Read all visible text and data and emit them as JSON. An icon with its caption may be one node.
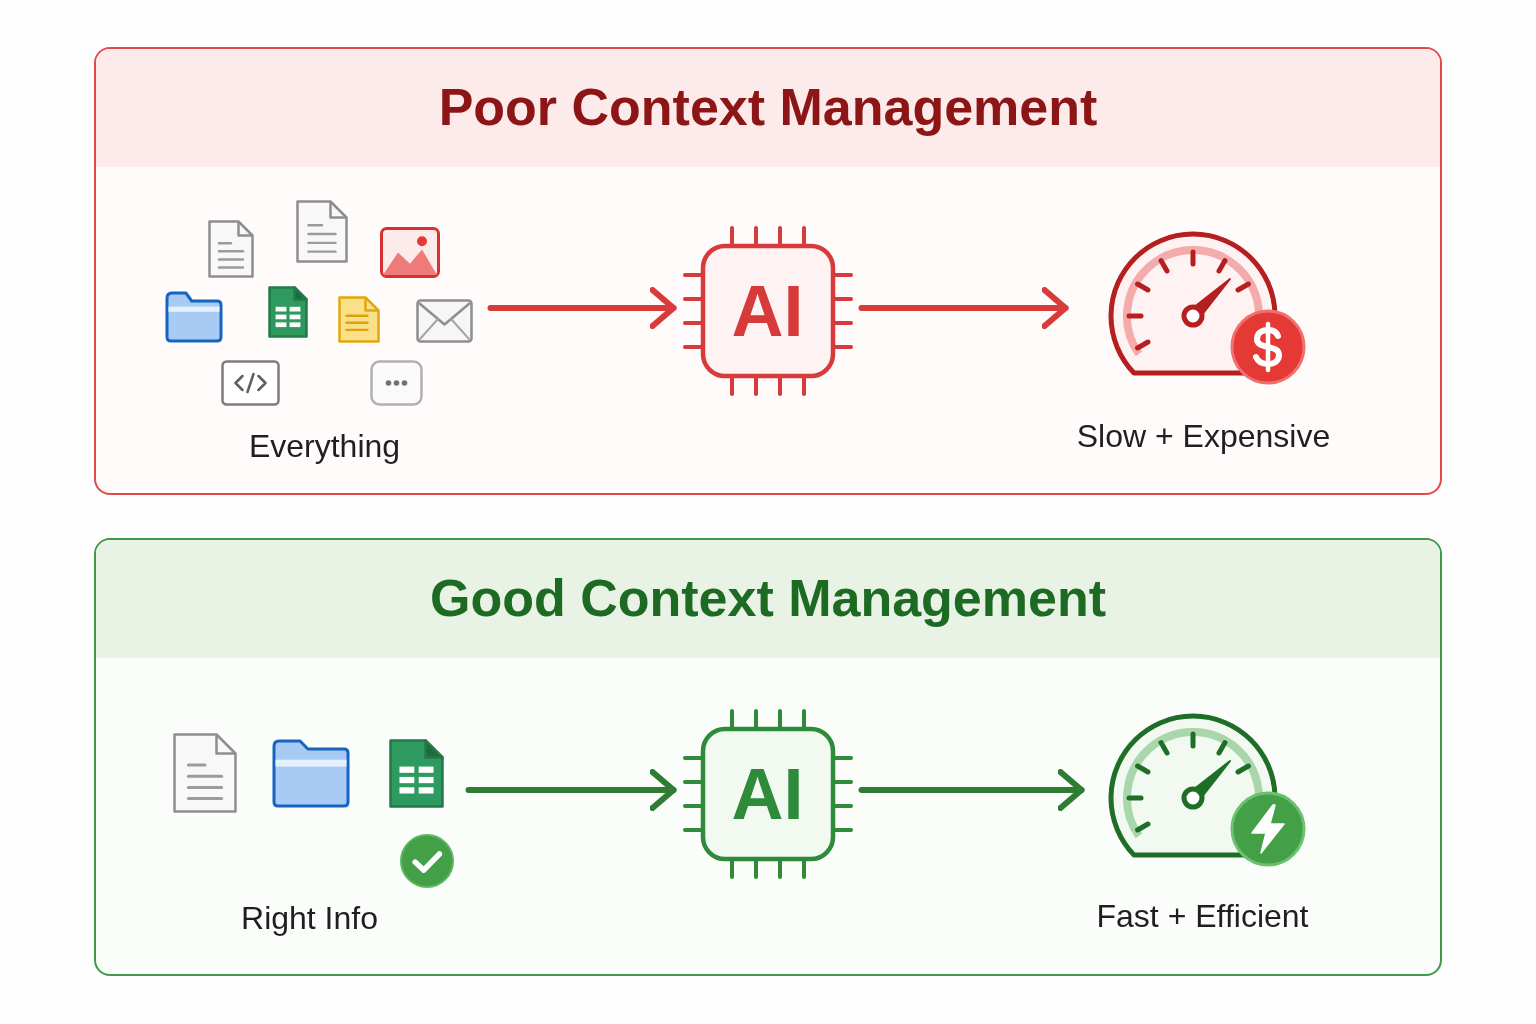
{
  "diagram": {
    "nodes": [
      {
        "text": [
          "Poor Context Management"
        ]
      },
      {
        "text": [
          "Everything"
        ],
        "in": 0
      },
      {
        "text": [
          "AI"
        ],
        "in": 0
      },
      {
        "text": [
          "Slow + Expensive"
        ],
        "in": 0
      },
      {
        "text": [
          "Good Context Management"
        ]
      },
      {
        "text": [
          "Right Info"
        ],
        "in": 4
      },
      {
        "text": [
          "AI"
        ],
        "in": 4
      },
      {
        "text": [
          "Fast + Efficient"
        ],
        "in": 4
      }
    ],
    "edges": [
      {
        "from": 1,
        "to": 2,
        "arrow": "to",
        "color": "#d93b3b"
      },
      {
        "from": 2,
        "to": 3,
        "arrow": "to",
        "color": "#d93b3b"
      },
      {
        "from": 5,
        "to": 6,
        "arrow": "to",
        "color": "#2e7d32"
      },
      {
        "from": 6,
        "to": 7,
        "arrow": "to",
        "color": "#2e7d32"
      }
    ]
  }
}
